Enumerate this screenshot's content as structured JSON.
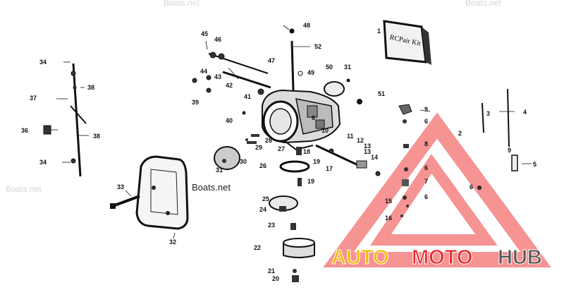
{
  "diagram": {
    "labels": [
      {
        "id": "1",
        "text": "1"
      },
      {
        "id": "2",
        "text": "2"
      },
      {
        "id": "3",
        "text": "3"
      },
      {
        "id": "4",
        "text": "4"
      },
      {
        "id": "5",
        "text": "5"
      },
      {
        "id": "6a",
        "text": "6"
      },
      {
        "id": "6b",
        "text": "6"
      },
      {
        "id": "6c",
        "text": "6"
      },
      {
        "id": "6d",
        "text": "6"
      },
      {
        "id": "6e",
        "text": "6"
      },
      {
        "id": "7",
        "text": "7"
      },
      {
        "id": "8",
        "text": "8"
      },
      {
        "id": "9a",
        "text": "9"
      },
      {
        "id": "9b",
        "text": "9"
      },
      {
        "id": "10",
        "text": "10"
      },
      {
        "id": "11",
        "text": "11"
      },
      {
        "id": "12",
        "text": "12"
      },
      {
        "id": "13a",
        "text": "13"
      },
      {
        "id": "13b",
        "text": "13"
      },
      {
        "id": "14",
        "text": "14"
      },
      {
        "id": "15",
        "text": "15"
      },
      {
        "id": "16",
        "text": "16"
      },
      {
        "id": "17",
        "text": "17"
      },
      {
        "id": "18",
        "text": "18"
      },
      {
        "id": "19a",
        "text": "19"
      },
      {
        "id": "19b",
        "text": "19"
      },
      {
        "id": "20",
        "text": "20"
      },
      {
        "id": "21",
        "text": "21"
      },
      {
        "id": "22",
        "text": "22"
      },
      {
        "id": "23",
        "text": "23"
      },
      {
        "id": "24",
        "text": "24"
      },
      {
        "id": "25",
        "text": "25"
      },
      {
        "id": "26",
        "text": "26"
      },
      {
        "id": "27",
        "text": "27"
      },
      {
        "id": "28",
        "text": "28"
      },
      {
        "id": "29",
        "text": "29"
      },
      {
        "id": "30",
        "text": "30"
      },
      {
        "id": "31a",
        "text": "31"
      },
      {
        "id": "31b",
        "text": "31"
      },
      {
        "id": "32",
        "text": "32"
      },
      {
        "id": "33",
        "text": "33"
      },
      {
        "id": "34a",
        "text": "34"
      },
      {
        "id": "34b",
        "text": "34"
      },
      {
        "id": "36",
        "text": "36"
      },
      {
        "id": "37",
        "text": "37"
      },
      {
        "id": "38a",
        "text": "38"
      },
      {
        "id": "38b",
        "text": "38"
      },
      {
        "id": "39",
        "text": "39"
      },
      {
        "id": "40",
        "text": "40"
      },
      {
        "id": "41",
        "text": "41"
      },
      {
        "id": "42",
        "text": "42"
      },
      {
        "id": "43",
        "text": "43"
      },
      {
        "id": "44",
        "text": "44"
      },
      {
        "id": "45",
        "text": "45"
      },
      {
        "id": "46",
        "text": "46"
      },
      {
        "id": "47",
        "text": "47"
      },
      {
        "id": "48",
        "text": "48"
      },
      {
        "id": "49",
        "text": "49"
      },
      {
        "id": "50",
        "text": "50"
      },
      {
        "id": "51",
        "text": "51"
      },
      {
        "id": "52",
        "text": "52"
      }
    ],
    "kit_text": "RCPair Kit",
    "watermark_left": "Boats.net",
    "watermark_center": "Boats.net"
  },
  "logo": {
    "part1": "AUTO",
    "part2": "MOTO",
    "part3": "HUB",
    "color_yellow": "#f5b800",
    "color_red": "#e8262c",
    "color_gray": "#555555"
  }
}
